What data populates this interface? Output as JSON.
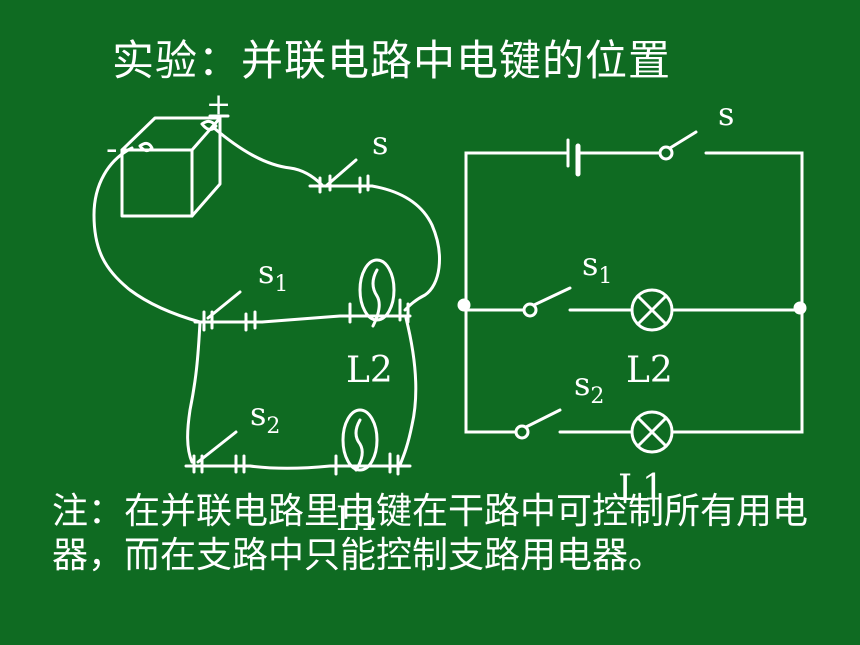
{
  "title": "实验：并联电路中电键的位置",
  "note": "注：在并联电路里电键在干路中可控制所有用电器，而在支路中只能控制支路用电器。",
  "colors": {
    "background": "#0f6b22",
    "ink": "#ffffff"
  },
  "sketch": {
    "battery_minus": "-",
    "battery_plus": "+",
    "switch_main": "s",
    "switch_1_base": "s",
    "switch_1_sub": "1",
    "switch_2_base": "s",
    "switch_2_sub": "2",
    "lamp_2": "L2",
    "lamp_1": "L1"
  },
  "schematic": {
    "switch_main": "s",
    "switch_1_base": "s",
    "switch_1_sub": "1",
    "switch_2_base": "s",
    "switch_2_sub": "2",
    "lamp_2": "L2",
    "lamp_1": "L1"
  }
}
